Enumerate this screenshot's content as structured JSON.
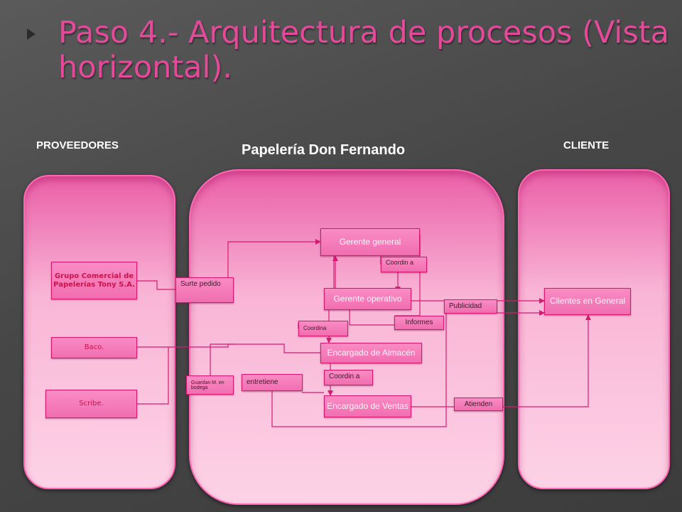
{
  "slide": {
    "title": "Paso 4.- Arquitectura de procesos (Vista horizontal).",
    "sections": {
      "providers": "PROVEEDORES",
      "company": "Papelería Don Fernando",
      "client": "CLIENTE"
    }
  },
  "providers": {
    "grupo": "Grupo Comercial de Papelerías Tony S.A.",
    "baco": "Baco.",
    "scribe": "Scribe."
  },
  "company": {
    "gerente_general": "Gerente general",
    "gerente_operativo": "Gerente operativo",
    "encargado_almacen": "Encargado de Almacén",
    "encargado_ventas": "Encargado de Ventas",
    "surte_pedido": "Surte pedido",
    "coordina_1": "Coordin a",
    "coordina_2": "Coordina",
    "coordina_3": "Coordin a",
    "informes": "Informes",
    "publicidad": "Publicidad",
    "guardan": "Guardan M. en bodega",
    "entretiene": "entretiene",
    "atienden": "Atienden"
  },
  "client": {
    "clientes": "Clientes en General"
  },
  "colors": {
    "title": "#e44a9a",
    "panel_border": "#ff66b5",
    "box_fill": "#f06eb0",
    "connector": "#d81a72"
  }
}
